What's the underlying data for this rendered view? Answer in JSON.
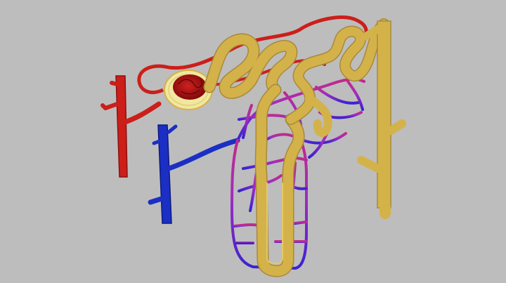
{
  "diagram": {
    "subject": "nephron",
    "labels": [],
    "colors": {
      "background": "#bdbdbd",
      "artery": "#cc1f1a",
      "artery_dark": "#8e0f0c",
      "vein": "#1b2fc4",
      "vein_dark": "#0d1a80",
      "capillary_mixed": "#b02ca8",
      "capillary_venous": "#4a1fd0",
      "tubule": "#d4b24a",
      "tubule_edge": "#a8893a",
      "capsule": "#f2e7a0",
      "glomerulus": "#a01010"
    },
    "parts": [
      "renal-artery",
      "renal-vein",
      "afferent-arteriole",
      "efferent-arteriole",
      "glomerulus",
      "bowmans-capsule",
      "proximal-convoluted-tubule",
      "loop-of-henle",
      "distal-convoluted-tubule",
      "collecting-duct",
      "peritubular-capillaries",
      "vasa-recta"
    ]
  }
}
